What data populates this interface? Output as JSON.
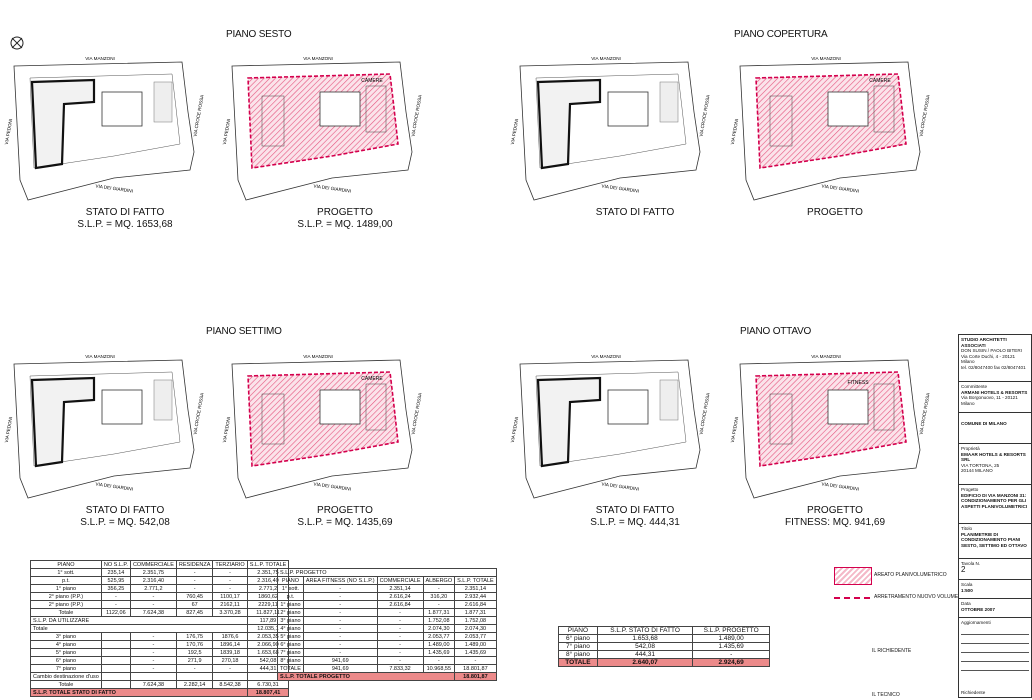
{
  "sections": {
    "sesto": "PIANO SESTO",
    "copertura": "PIANO COPERTURA",
    "settimo": "PIANO SETTIMO",
    "ottavo": "PIANO OTTAVO"
  },
  "streets": {
    "north": "VIA MANZONI",
    "west": "VIA PEDONI",
    "east": "VIA CROCE ROSSA",
    "south": "VIA DEI GIARDINI"
  },
  "room_labels": {
    "fitness": "FITNESS",
    "camere": "CAMERE"
  },
  "labels": {
    "sesto_sdf": "STATO DI FATTO",
    "sesto_sdf_slp": "S.L.P. = MQ. 1653,68",
    "sesto_prog": "PROGETTO",
    "sesto_prog_slp": "S.L.P. = MQ. 1489,00",
    "cop_sdf": "STATO DI FATTO",
    "cop_prog": "PROGETTO",
    "settimo_sdf": "STATO DI FATTO",
    "settimo_sdf_slp": "S.L.P. = MQ. 542,08",
    "settimo_prog": "PROGETTO",
    "settimo_prog_slp": "S.L.P. = MQ. 1435,69",
    "ottavo_sdf": "STATO DI FATTO",
    "ottavo_sdf_slp": "S.L.P. = MQ. 444,31",
    "ottavo_prog": "PROGETTO",
    "ottavo_prog_slp": "FITNESS: MQ. 941,69"
  },
  "table1": {
    "headers": [
      "PIANO",
      "NO S.L.P.",
      "COMMERCIALE",
      "RESIDENZA",
      "TERZIARIO",
      "S.L.P. TOTALE"
    ],
    "rows": [
      [
        "1° sott.",
        "235,14",
        "2.351,75",
        "-",
        "-",
        "2.351,75"
      ],
      [
        "p.t.",
        "525,95",
        "2.316,40",
        "-",
        "-",
        "2.316,40"
      ],
      [
        "1° piano",
        "356,25",
        "2.771,2",
        "-",
        "-",
        "2.771,2"
      ],
      [
        "2° piano (P.P.)",
        "-",
        "-",
        "760,45",
        "1100,17",
        "1860,62"
      ],
      [
        "2° piano (P.P.)",
        "-",
        "-",
        "67",
        "2162,11",
        "2229,11"
      ],
      [
        "Totale",
        "1122,06",
        "7.624,38",
        "827,45",
        "3.370,28",
        "11.827,11"
      ]
    ],
    "subheader": "S.L.P. DA UTILIZZARE",
    "subheader_value": "117,89",
    "subtotal_label": "Totale",
    "subtotal_value": "12.035,1",
    "rows2": [
      [
        "3° piano",
        "",
        "-",
        "176,75",
        "1876,6",
        "2.053,35"
      ],
      [
        "4° piano",
        "",
        "-",
        "170,76",
        "1896,14",
        "2.066,90"
      ],
      [
        "5° piano",
        "",
        "-",
        "192,5",
        "1839,18",
        "1.653,68"
      ],
      [
        "6° piano",
        "",
        "-",
        "271,9",
        "270,18",
        "542,08"
      ],
      [
        "7° piano",
        "",
        "-",
        "-",
        "-",
        "444,31"
      ],
      [
        "Cambio destinazione d'uso",
        "",
        "",
        "",
        "",
        ""
      ],
      [
        "Totale",
        "",
        "7.624,38",
        "2.282,14",
        "8.542,38",
        "6.730,31"
      ]
    ],
    "total_label": "S.L.P. TOTALE STATO DI FATTO",
    "total_value": "18.807,41"
  },
  "table2": {
    "title": "S.L.P. PROGETTO",
    "headers": [
      "PIANO",
      "AREA FITNESS (NO S.L.P.)",
      "COMMERCIALE",
      "ALBERGO",
      "S.L.P. TOTALE"
    ],
    "rows": [
      [
        "1° sott.",
        "-",
        "2.351,14",
        "-",
        "2.351,14"
      ],
      [
        "p.t.",
        "-",
        "2.616,24",
        "316,20",
        "2.932,44"
      ],
      [
        "1° piano",
        "-",
        "2.616,84",
        "-",
        "2.616,84"
      ],
      [
        "2° piano",
        "-",
        "-",
        "1.877,31",
        "1.877,31"
      ],
      [
        "3° piano",
        "-",
        "-",
        "1.752,08",
        "1.752,08"
      ],
      [
        "4° piano",
        "-",
        "-",
        "2.074,30",
        "2.074,30"
      ],
      [
        "5° piano",
        "-",
        "-",
        "2.053,77",
        "2.053,77"
      ],
      [
        "6° piano",
        "-",
        "-",
        "1.489,00",
        "1.489,00"
      ],
      [
        "7° piano",
        "-",
        "-",
        "1.435,69",
        "1.435,69"
      ],
      [
        "8° piano",
        "941,69",
        "-",
        "-",
        "-"
      ],
      [
        "TOTALE",
        "941,69",
        "7.833,32",
        "10.968,55",
        "18.801,87"
      ]
    ],
    "total_label": "S.L.P. TOTALE PROGETTO",
    "total_value": "18.801,87"
  },
  "table3": {
    "headers": [
      "PIANO",
      "S.L.P. STATO DI FATTO",
      "S.L.P. PROGETTO"
    ],
    "rows": [
      [
        "6° piano",
        "1.653,68",
        "1.489,00"
      ],
      [
        "7° piano",
        "542,08",
        "1.435,69"
      ],
      [
        "8° piano",
        "444,31",
        "-"
      ]
    ],
    "total_label": "TOTALE",
    "total_sdf": "2.640,07",
    "total_prog": "2.924,69"
  },
  "legend": {
    "item1": "AREATO PLANIVOLUMETRICO",
    "item2": "ARRETRAMENTO NUOVO VOLUME",
    "item3": "IL RICHIEDENTE",
    "item4": "IL TECNICO"
  },
  "titleblock": {
    "studio": "STUDIO ARCHITETTI ASSOCIATI",
    "studio_names": "DON SUSIN / PAOLO BITERI",
    "studio_addr1": "Via Corte Duchi, 4 - 20121 Milano",
    "studio_addr2": "tel. 02/8047400 fax 02/8047401",
    "client_label": "Committente",
    "client": "ARMANI HOTELS & RESORTS",
    "client_addr": "Via Borgonuovo, 11 - 20121 Milano",
    "comune": "COMUNE DI MILANO",
    "prop_label": "Proprietà",
    "owner": "EMAAR HOTELS & RESORTS SRL",
    "owner_addr1": "VIA TORTONA, 25",
    "owner_addr2": "20144 MILANO",
    "object_label": "Progetto",
    "object": "EDIFICIO DI VIA MANZONI 31: CONDIZIONAMENTO PER GLI ASPETTI PLANIVOLUMETRICI",
    "title_label": "Titolo",
    "title": "PLANIMETRIE DI CONDIZIONAMENTO PIANI SESTO, SETTIMO ED OTTAVO",
    "tav_label": "Tavola N.",
    "tav": "2",
    "scale_label": "Scala",
    "scale": "1:500",
    "date_label": "Data",
    "date": "OTTOBRE 2007",
    "upd_label": "Aggiornamenti",
    "sign_label": "Richiedente"
  }
}
